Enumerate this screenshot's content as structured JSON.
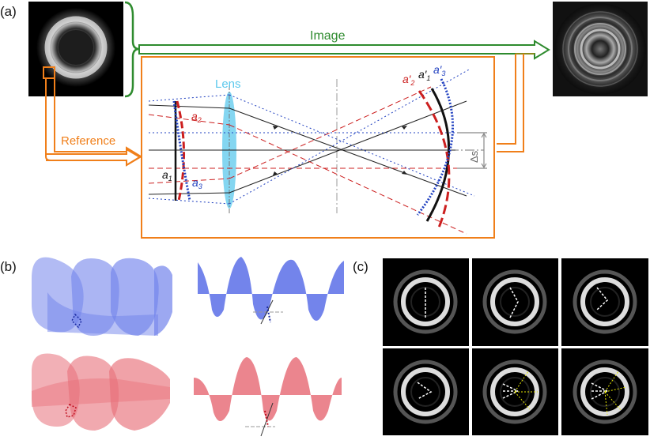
{
  "panels": {
    "a": "(a)",
    "b": "(b)",
    "c": "(c)"
  },
  "arrows": {
    "image": "Image",
    "reference": "Reference"
  },
  "optics": {
    "lens": "Lens",
    "a1": "a",
    "a1_sub": "1",
    "a2": "a",
    "a2_sub": "2",
    "a3": "a",
    "a3_sub": "3",
    "a1p": "a′",
    "a1p_sub": "1",
    "a2p": "a′",
    "a2p_sub": "2",
    "a3p": "a′",
    "a3p_sub": "3",
    "delta_s": "Δs"
  },
  "colors": {
    "green": "#2e8b2e",
    "orange": "#f07f1a",
    "olive": "#8a8a1e",
    "red": "#cc1f1f",
    "blue": "#2040c0",
    "lens": "#5bc8ec",
    "blue_helix": "#5a6ee8",
    "red_helix": "#e8707a"
  }
}
